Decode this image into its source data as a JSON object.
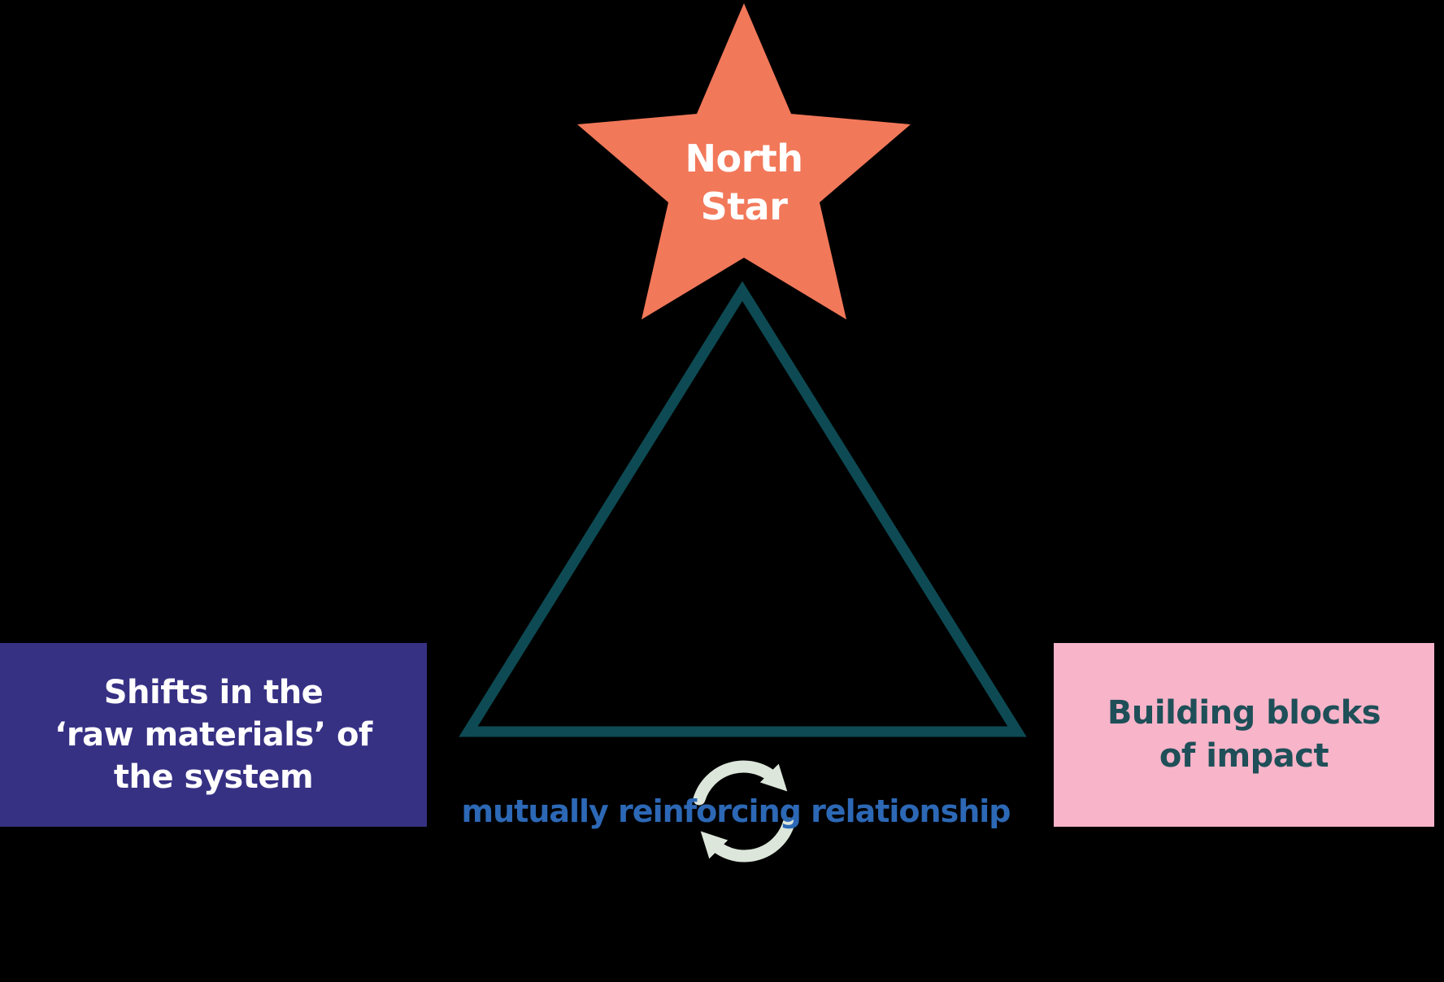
{
  "star": {
    "line1": "North",
    "line2": "Star"
  },
  "left_box": {
    "line1": "Shifts in the",
    "line2": "‘raw materials’ of",
    "line3": "the system"
  },
  "right_box": {
    "line1": "Building blocks",
    "line2": "of impact"
  },
  "caption": {
    "text": "mutually reinforcing relationship"
  },
  "icons": {
    "star": "north-star-icon (five-point coral star)",
    "triangle": "triangle-outline (dark teal, apex up)",
    "cycle": "cycle-arrows-icon (two curved arrows forming clockwise loop)"
  },
  "colors": {
    "background": "#000000",
    "star_fill": "#F2785A",
    "star_text": "#FFFFFF",
    "triangle_stroke": "#0E4A53",
    "left_box_bg": "#373184",
    "left_box_text": "#FFFFFF",
    "right_box_bg": "#F8B4C9",
    "right_box_text": "#1F4F58",
    "caption_text": "#2C68B5",
    "cycle_icon": "#DCE6DA"
  }
}
